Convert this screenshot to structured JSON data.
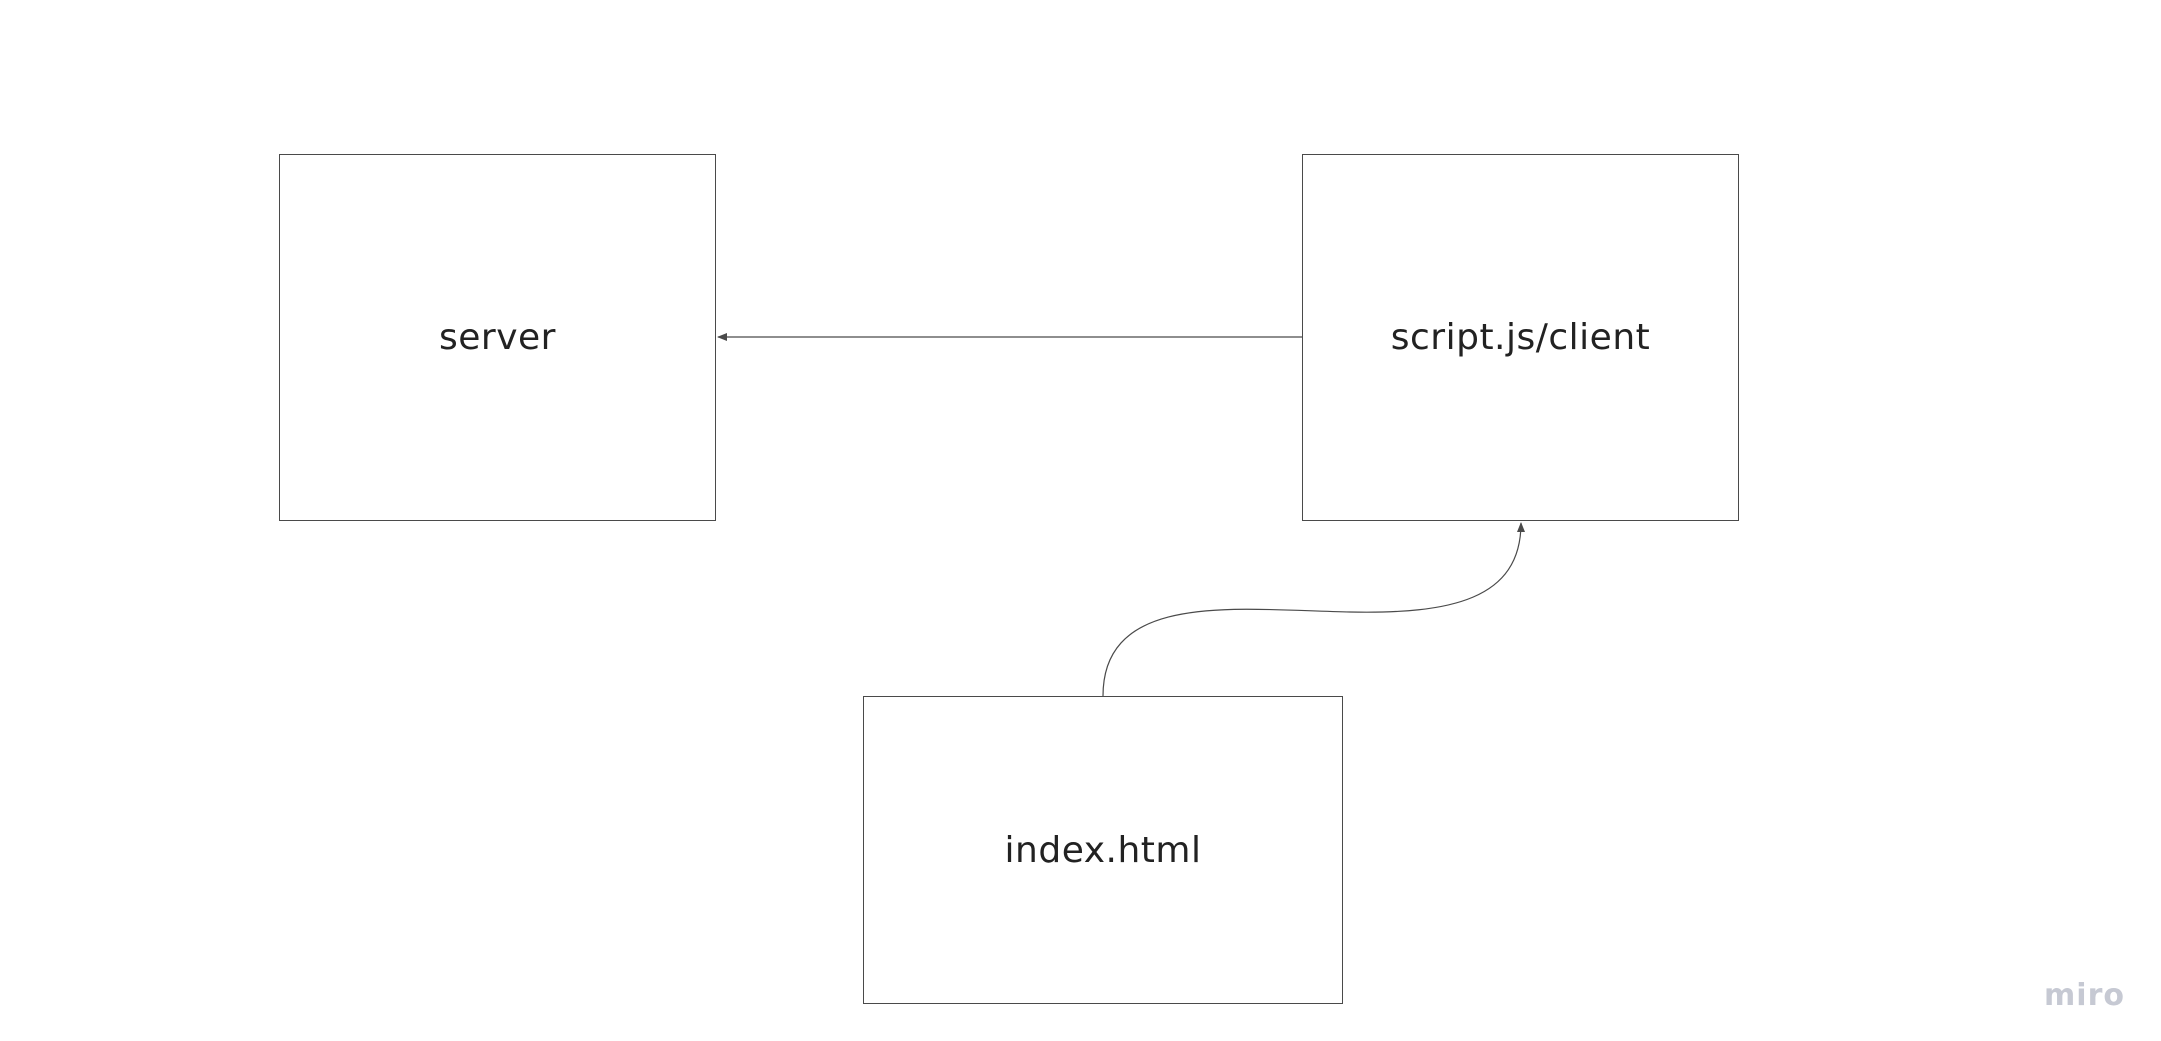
{
  "diagram": {
    "nodes": [
      {
        "id": "server",
        "label": "server"
      },
      {
        "id": "client",
        "label": "script.js/client"
      },
      {
        "id": "index",
        "label": "index.html"
      }
    ],
    "edges": [
      {
        "from": "client",
        "to": "server",
        "style": "straight-arrow"
      },
      {
        "from": "index",
        "to": "client",
        "style": "curved-arrow"
      }
    ]
  },
  "watermark": {
    "text": "miro"
  },
  "colors": {
    "stroke": "#4a4a4a",
    "text": "#222222",
    "watermark": "#c6c9d3",
    "background": "#ffffff"
  }
}
